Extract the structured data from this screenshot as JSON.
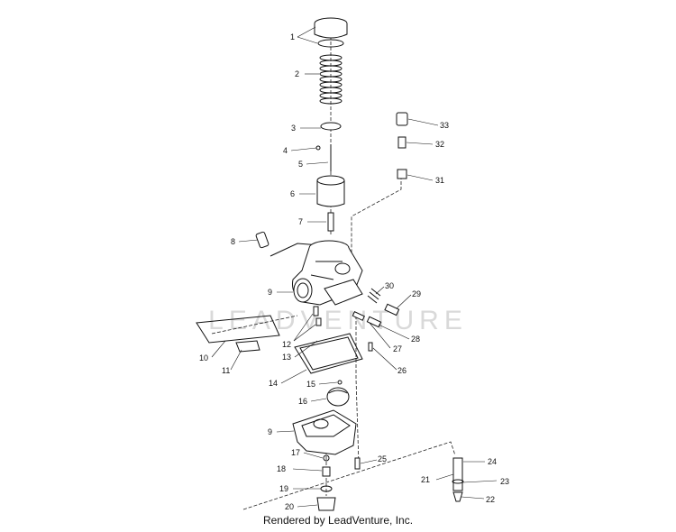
{
  "watermark": "LEADVENTURE",
  "footer": "Rendered by LeadVenture, Inc.",
  "callouts": {
    "c1": "1",
    "c2": "2",
    "c3": "3",
    "c4": "4",
    "c5": "5",
    "c6": "6",
    "c7": "7",
    "c8": "8",
    "c9a": "9",
    "c9b": "9",
    "c10": "10",
    "c11": "11",
    "c12": "12",
    "c13": "13",
    "c14": "14",
    "c15": "15",
    "c16": "16",
    "c17": "17",
    "c18": "18",
    "c19": "19",
    "c20": "20",
    "c21": "21",
    "c22": "22",
    "c23": "23",
    "c24": "24",
    "c25": "25",
    "c26": "26",
    "c27": "27",
    "c28": "28",
    "c29": "29",
    "c30": "30",
    "c31": "31",
    "c32": "32",
    "c33": "33"
  }
}
